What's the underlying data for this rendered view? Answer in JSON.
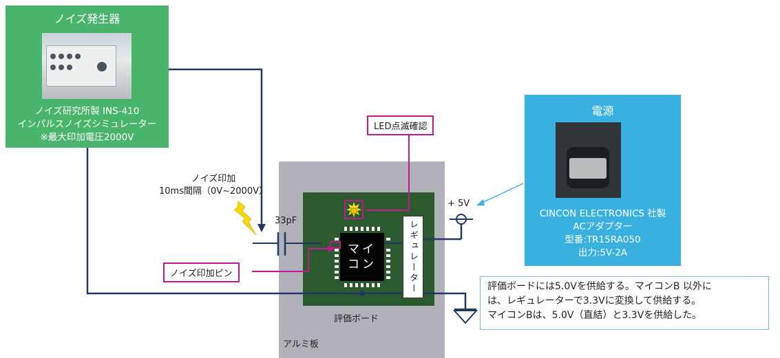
{
  "noise_generator": {
    "title": "ノイズ発生器",
    "lines": [
      "ノイズ研究所製 INS-410",
      "インパルスノイズシミュレーター",
      "※最大印加電圧2000V"
    ]
  },
  "power_supply": {
    "title": "電源",
    "lines": [
      "CINCON ELECTRONICS 社製",
      "ACアダプター",
      "型番:TR15RA050",
      "出力:5V-2A"
    ]
  },
  "labels": {
    "noise_apply_1": "ノイズ印加",
    "noise_apply_2": "10ms間隔（0V~2000V）",
    "capacitor": "33pF",
    "plus5v": "+ 5V",
    "led_check": "LED点滅確認",
    "noise_pin": "ノイズ印加ピン",
    "mcu_line1": "マイ",
    "mcu_line2": "コン",
    "regulator": "レギュレーター",
    "eval_board": "評価ボード",
    "aluminum": "アルミ板"
  },
  "note": {
    "lines": [
      "評価ボードには5.0Vを供給する。マイコンB 以外に",
      "は、レギュレーターで3.3Vに変換して供給する。",
      "マイコンBは、5.0V（直結）と3.3Vを供給した。"
    ]
  },
  "colors": {
    "green_box": "#49b46b",
    "blue_box": "#38b1e1",
    "aluminum": "#b1b1ba",
    "board": "#2c5a2f",
    "wire": "#1f3864",
    "highlight": "#c0198f",
    "arrow_blue": "#38b1e1",
    "lightning": "#f5d90a"
  },
  "icons": [
    "lightning-icon",
    "led-icon",
    "ground-icon",
    "terminal-icon",
    "capacitor-icon"
  ]
}
